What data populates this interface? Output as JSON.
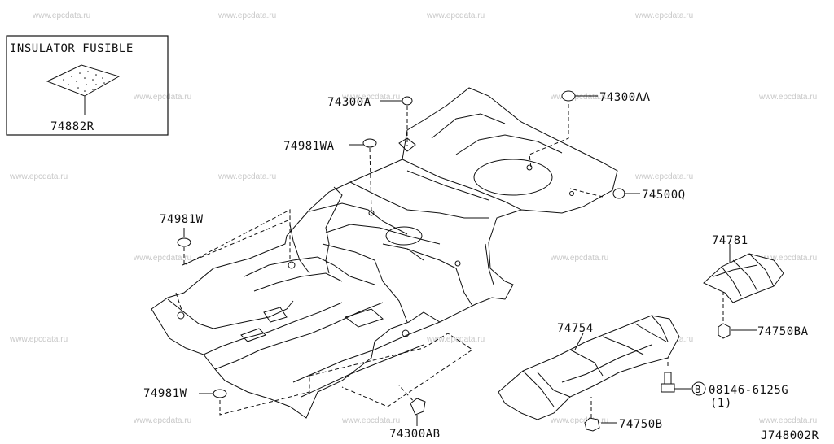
{
  "watermark": "www.epcdata.ru",
  "inset": {
    "title": "INSULATOR FUSIBLE",
    "part": "74882R"
  },
  "labels": {
    "p74300A": "74300A",
    "p74300AA": "74300AA",
    "p74981WA": "74981WA",
    "p74500Q": "74500Q",
    "p74981W_top": "74981W",
    "p74981W_bottom": "74981W",
    "p74781": "74781",
    "p74750BA": "74750BA",
    "p74754": "74754",
    "bolt_b": "B",
    "bolt_part": "08146-6125G",
    "bolt_qty": "(1)",
    "p74750B": "74750B",
    "p74300AB": "74300AB",
    "diagram_id": "J748002R"
  },
  "colors": {
    "line": "#111111",
    "watermark": "#c8c8c8",
    "background": "#ffffff"
  }
}
